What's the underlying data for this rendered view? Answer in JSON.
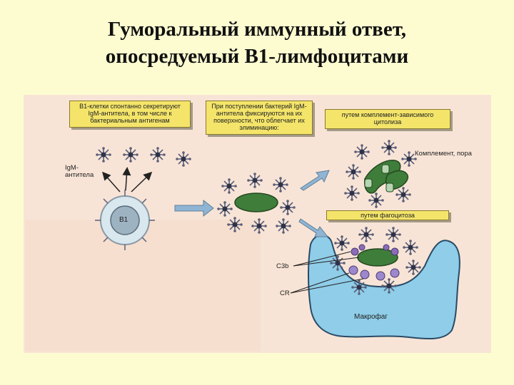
{
  "title": {
    "line1": "Гуморальный иммунный ответ,",
    "line2": "опосредуемый В1-лимфоцитами"
  },
  "boxes": {
    "box1": "В1-клетки спонтанно секретируют IgM-антитела, в том числе к бактериальным антигенам",
    "box2": "При поступлении бактерий IgM-антитела фиксируются на их поверхности, что облегчает их элиминацию:",
    "box3": "путем комплемент-зависимого цитолиза",
    "box4": "путем фагоцитоза"
  },
  "labels": {
    "igm": "IgM-антитела",
    "b1": "B1",
    "complement": "Комплемент, пора",
    "c3b": "C3b",
    "cr": "CR",
    "macrophage": "Макрофаг"
  },
  "colors": {
    "background": "#fdfcd0",
    "figure_bg": "#f8e4d6",
    "box_fill": "#f4e56a",
    "antibody": "#5a5f7a",
    "bacterium": "#3f7d3a",
    "macrophage": "#8fcde8",
    "arrow": "#8fb4d4"
  }
}
